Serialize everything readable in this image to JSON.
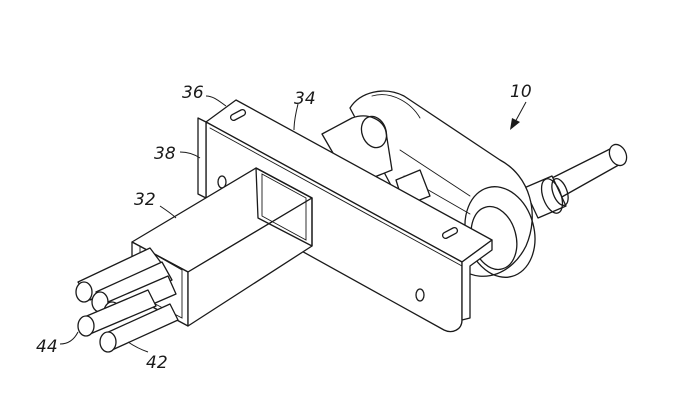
{
  "labels": {
    "assembly": "10",
    "tube": "32",
    "plate": "34",
    "plate_end": "36",
    "flange": "38",
    "rods_lower": "42",
    "rods_left": "44"
  }
}
